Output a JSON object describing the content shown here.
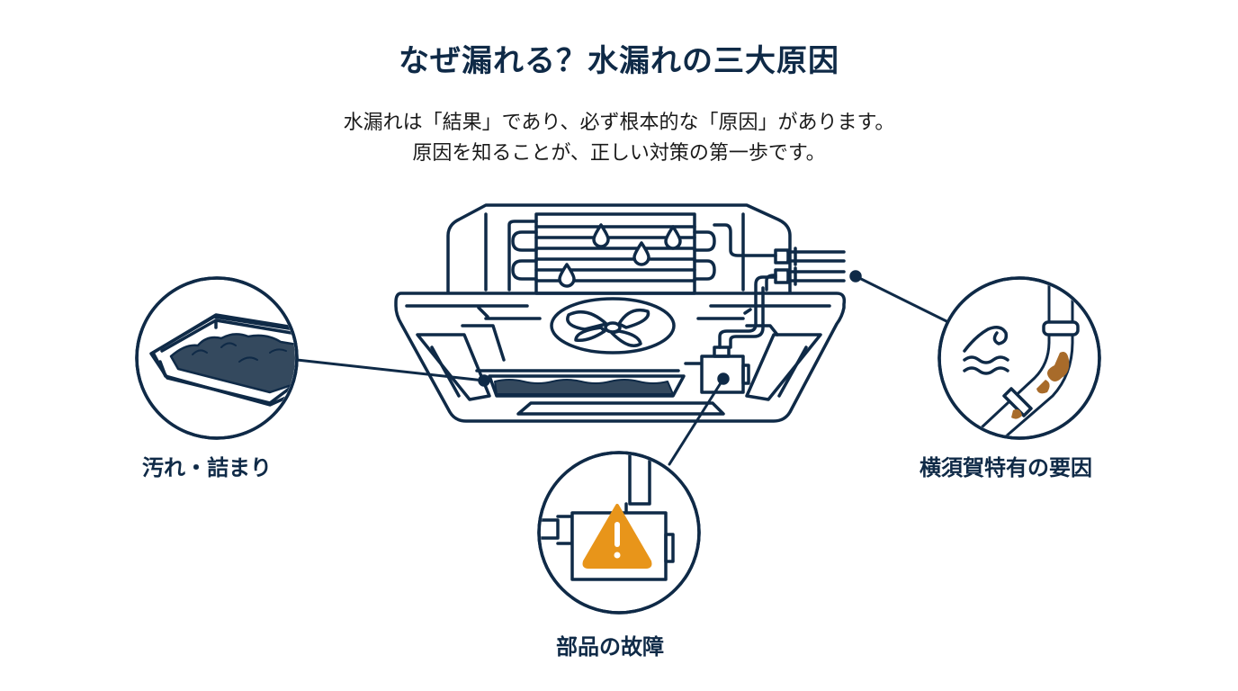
{
  "title": "なぜ漏れる？水漏れの三大原因",
  "subtitle": {
    "line1": "水漏れは「結果」であり、必ず根本的な「原因」があります。",
    "line2": "原因を知ることが、正しい対策の第一歩です。"
  },
  "causes": [
    {
      "id": "dirt",
      "label": "汚れ・詰まり",
      "icon": "clogged-drain-pan-icon"
    },
    {
      "id": "parts",
      "label": "部品の故障",
      "icon": "drain-pump-warning-icon"
    },
    {
      "id": "yokosuka",
      "label": "横須賀特有の要因",
      "icon": "salt-air-corroded-pipe-icon"
    }
  ],
  "colors": {
    "line": "#0f2a47",
    "water": "#34495e",
    "warning": "#e8951a",
    "rust": "#a86b2a",
    "background": "#ffffff"
  }
}
